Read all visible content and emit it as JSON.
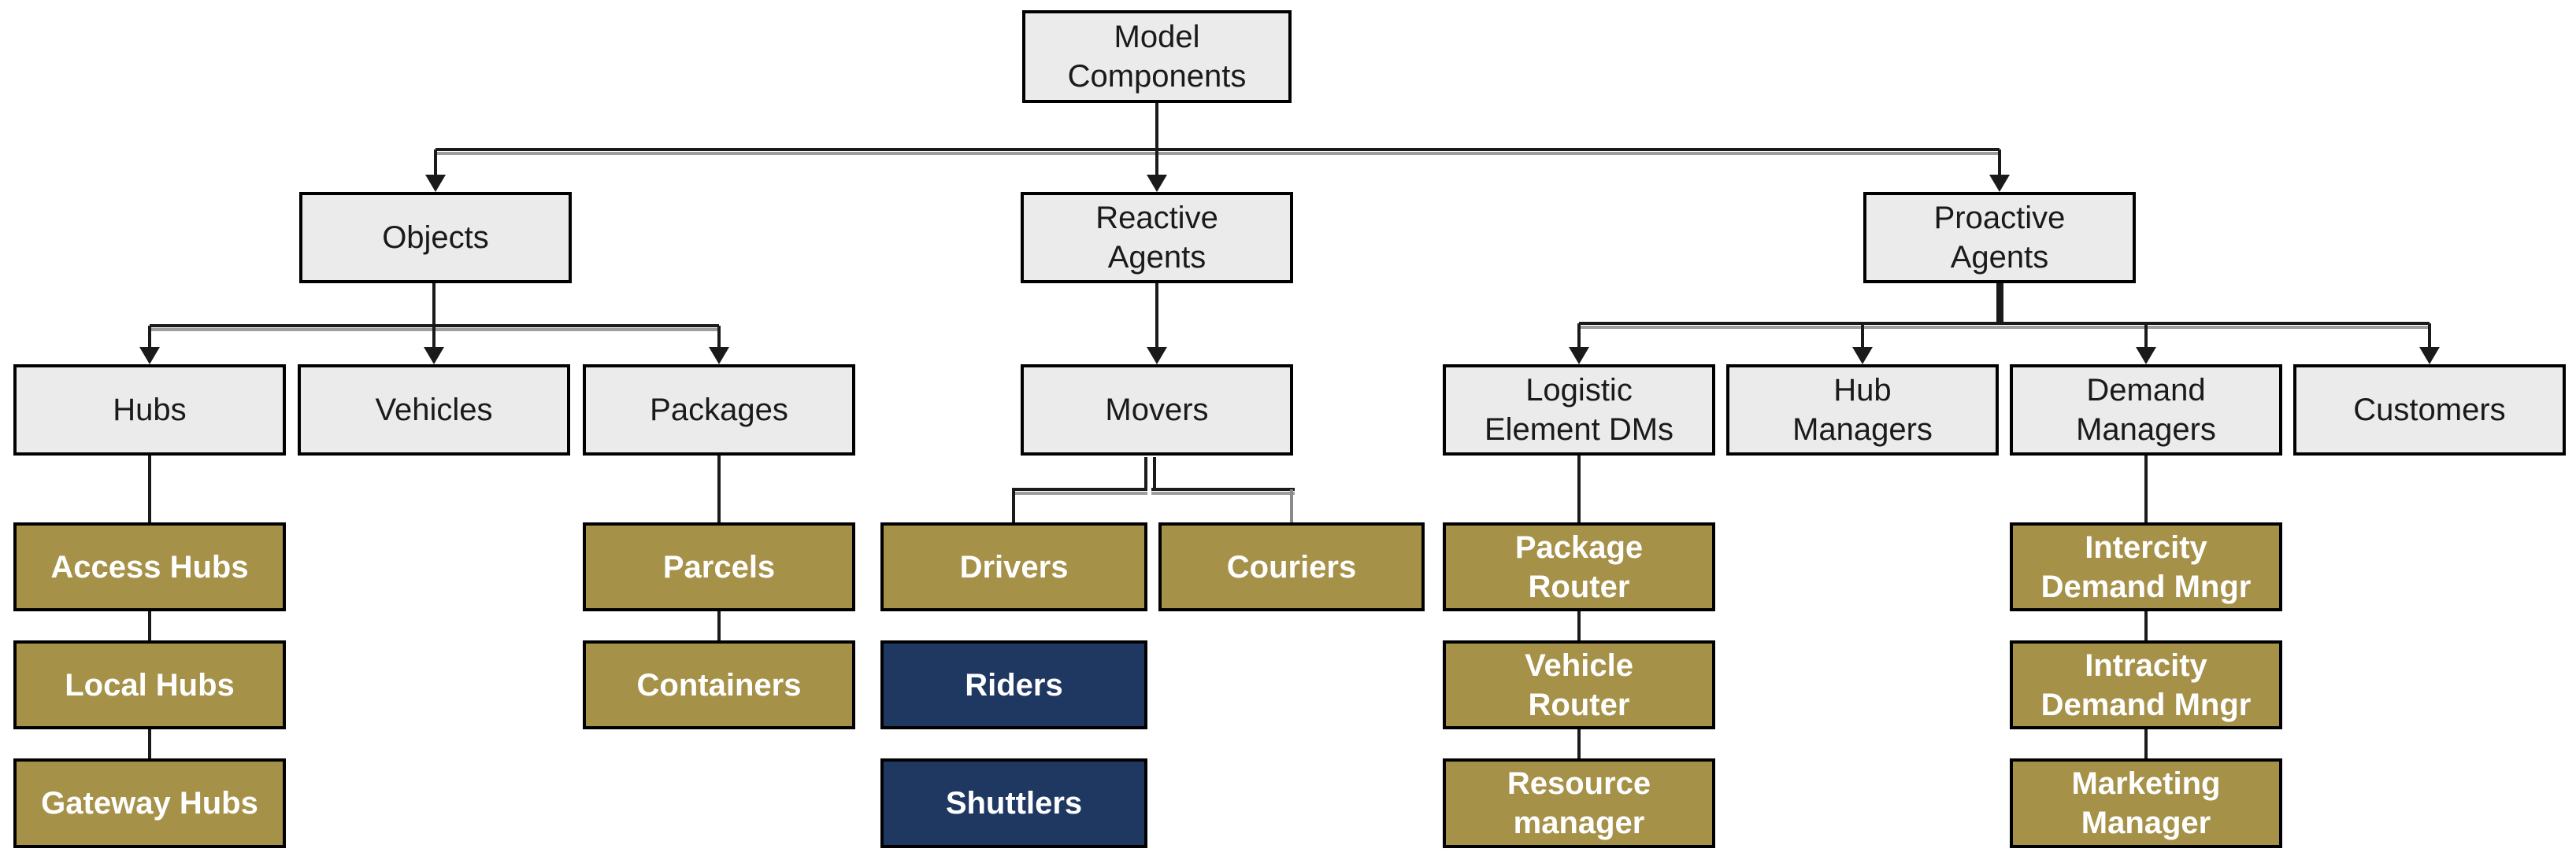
{
  "diagram": {
    "root_label": "Model Components",
    "colors": {
      "light_box_fill": "#ebebeb",
      "box_border": "#000000",
      "gold_fill": "#a69149",
      "navy_fill": "#1f3862",
      "line_color": "#1a1a1a",
      "line_shadow": "#9e9e9e",
      "gray_stub": "#8a8a8a",
      "text_dark": "#1a1a1a",
      "text_light": "#ffffff"
    }
  },
  "nodes": {
    "model": {
      "label": "Model\nComponents",
      "type": "light"
    },
    "objects": {
      "label": "Objects",
      "type": "light"
    },
    "reactive": {
      "label": "Reactive\nAgents",
      "type": "light"
    },
    "proactive": {
      "label": "Proactive\nAgents",
      "type": "light"
    },
    "hubs": {
      "label": "Hubs",
      "type": "light"
    },
    "vehicles": {
      "label": "Vehicles",
      "type": "light"
    },
    "packages": {
      "label": "Packages",
      "type": "light"
    },
    "movers": {
      "label": "Movers",
      "type": "light"
    },
    "logistic_dms": {
      "label": "Logistic\nElement DMs",
      "type": "light"
    },
    "hub_managers": {
      "label": "Hub\nManagers",
      "type": "light"
    },
    "demand_managers": {
      "label": "Demand\nManagers",
      "type": "light"
    },
    "customers": {
      "label": "Customers",
      "type": "light"
    },
    "access_hubs": {
      "label": "Access Hubs",
      "type": "gold"
    },
    "local_hubs": {
      "label": "Local Hubs",
      "type": "gold"
    },
    "gateway_hubs": {
      "label": "Gateway Hubs",
      "type": "gold"
    },
    "parcels": {
      "label": "Parcels",
      "type": "gold"
    },
    "containers": {
      "label": "Containers",
      "type": "gold"
    },
    "drivers": {
      "label": "Drivers",
      "type": "gold"
    },
    "couriers": {
      "label": "Couriers",
      "type": "gold"
    },
    "riders": {
      "label": "Riders",
      "type": "navy"
    },
    "shuttlers": {
      "label": "Shuttlers",
      "type": "navy"
    },
    "package_router": {
      "label": "Package\nRouter",
      "type": "gold"
    },
    "vehicle_router": {
      "label": "Vehicle\nRouter",
      "type": "gold"
    },
    "resource_manager": {
      "label": "Resource\nmanager",
      "type": "gold"
    },
    "intercity_dm": {
      "label": "Intercity\nDemand Mngr",
      "type": "gold"
    },
    "intracity_dm": {
      "label": "Intracity\nDemand Mngr",
      "type": "gold"
    },
    "marketing_manager": {
      "label": "Marketing\nManager",
      "type": "gold"
    }
  },
  "edges": [
    {
      "from": "model",
      "to": "objects"
    },
    {
      "from": "model",
      "to": "reactive"
    },
    {
      "from": "model",
      "to": "proactive"
    },
    {
      "from": "objects",
      "to": "hubs"
    },
    {
      "from": "objects",
      "to": "vehicles"
    },
    {
      "from": "objects",
      "to": "packages"
    },
    {
      "from": "reactive",
      "to": "movers"
    },
    {
      "from": "movers",
      "to": "drivers"
    },
    {
      "from": "movers",
      "to": "couriers"
    },
    {
      "from": "proactive",
      "to": "logistic_dms"
    },
    {
      "from": "proactive",
      "to": "hub_managers"
    },
    {
      "from": "proactive",
      "to": "demand_managers"
    },
    {
      "from": "proactive",
      "to": "customers"
    },
    {
      "from": "hubs",
      "to": "access_hubs"
    },
    {
      "from": "access_hubs",
      "to": "local_hubs"
    },
    {
      "from": "local_hubs",
      "to": "gateway_hubs"
    },
    {
      "from": "packages",
      "to": "parcels"
    },
    {
      "from": "parcels",
      "to": "containers"
    },
    {
      "from": "logistic_dms",
      "to": "package_router"
    },
    {
      "from": "package_router",
      "to": "vehicle_router"
    },
    {
      "from": "vehicle_router",
      "to": "resource_manager"
    },
    {
      "from": "demand_managers",
      "to": "intercity_dm"
    },
    {
      "from": "intercity_dm",
      "to": "intracity_dm"
    },
    {
      "from": "intracity_dm",
      "to": "marketing_manager"
    }
  ]
}
